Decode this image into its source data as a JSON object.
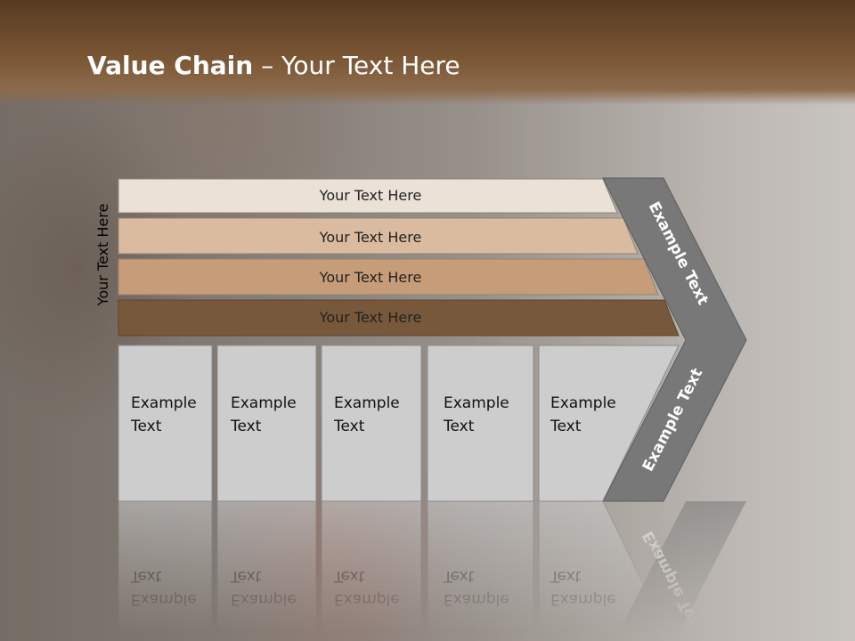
{
  "title": {
    "bold": "Value Chain",
    "rest": " – Your Text Here"
  },
  "vertical_label": "Your Text Here",
  "rows": [
    {
      "label": "Your Text Here",
      "color": "#ece1d6"
    },
    {
      "label": "Your Text Here",
      "color": "#dabba0"
    },
    {
      "label": "Your Text Here",
      "color": "#c79c78"
    },
    {
      "label": "Your Text Here",
      "color": "#78583b"
    }
  ],
  "boxes": [
    {
      "line1": "Example",
      "line2": "Text"
    },
    {
      "line1": "Example",
      "line2": "Text"
    },
    {
      "line1": "Example",
      "line2": "Text"
    },
    {
      "line1": "Example",
      "line2": "Text"
    },
    {
      "line1": "Example",
      "line2": "Text"
    }
  ],
  "arrow": {
    "upper_label": "Example Text",
    "lower_label": "Example Text",
    "color": "#787878"
  },
  "colors": {
    "title_band": "#6e4c2e",
    "box_fill": "#cdcdcd",
    "box_border": "#8c8c8c"
  }
}
